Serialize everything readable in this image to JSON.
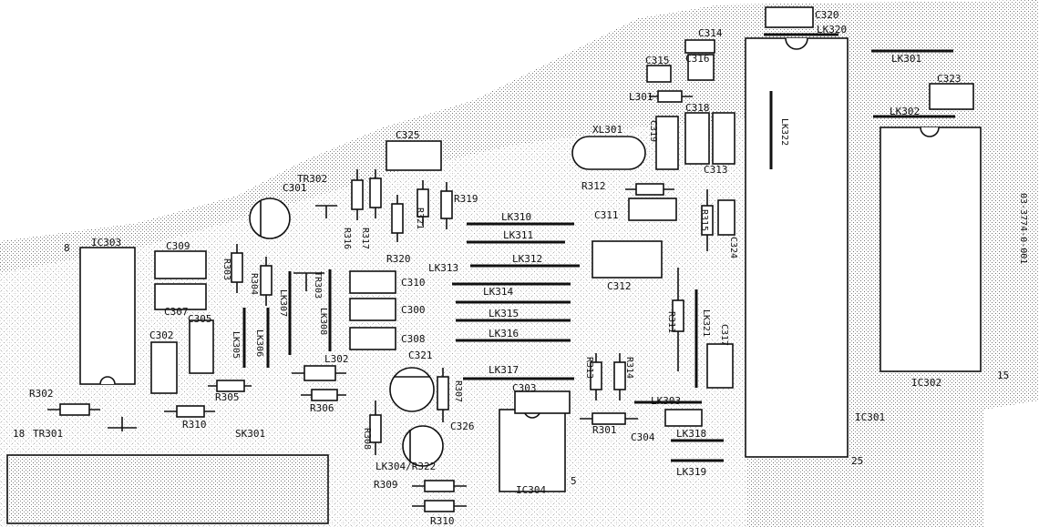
{
  "labels": [
    {
      "id": "c320",
      "text": "C320"
    },
    {
      "id": "lk320",
      "text": "LK320"
    },
    {
      "id": "c314",
      "text": "C314"
    },
    {
      "id": "lk301",
      "text": "LK301"
    },
    {
      "id": "c315",
      "text": "C315"
    },
    {
      "id": "c316",
      "text": "C316"
    },
    {
      "id": "l301",
      "text": "L301"
    },
    {
      "id": "c323",
      "text": "C323"
    },
    {
      "id": "lk302",
      "text": "LK302"
    },
    {
      "id": "lk322",
      "text": "LK322"
    },
    {
      "id": "c319",
      "text": "C319"
    },
    {
      "id": "c318",
      "text": "C318"
    },
    {
      "id": "xl301",
      "text": "XL301"
    },
    {
      "id": "c313",
      "text": "C313"
    },
    {
      "id": "c325",
      "text": "C325"
    },
    {
      "id": "tr302",
      "text": "TR302"
    },
    {
      "id": "c301",
      "text": "C301"
    },
    {
      "id": "r312",
      "text": "R312"
    },
    {
      "id": "c311",
      "text": "C311"
    },
    {
      "id": "r319",
      "text": "R319"
    },
    {
      "id": "r321",
      "text": "R321"
    },
    {
      "id": "lk310",
      "text": "LK310"
    },
    {
      "id": "r315",
      "text": "R315"
    },
    {
      "id": "c324",
      "text": "C324"
    },
    {
      "id": "lk311",
      "text": "LK311"
    },
    {
      "id": "r316",
      "text": "R316"
    },
    {
      "id": "r317",
      "text": "R317"
    },
    {
      "id": "lk312",
      "text": "LK312"
    },
    {
      "id": "r320",
      "text": "R320"
    },
    {
      "id": "lk313",
      "text": "LK313"
    },
    {
      "id": "c312",
      "text": "C312"
    },
    {
      "id": "ic303",
      "text": "IC303"
    },
    {
      "id": "c309",
      "text": "C309"
    },
    {
      "id": "r303",
      "text": "R303"
    },
    {
      "id": "r304",
      "text": "R304"
    },
    {
      "id": "tr303",
      "text": "TR303"
    },
    {
      "id": "c310",
      "text": "C310"
    },
    {
      "id": "lk314",
      "text": "LK314"
    },
    {
      "id": "c307",
      "text": "C307"
    },
    {
      "id": "lk307",
      "text": "LK307"
    },
    {
      "id": "lk308",
      "text": "LK308"
    },
    {
      "id": "c300",
      "text": "C300"
    },
    {
      "id": "lk315",
      "text": "LK315"
    },
    {
      "id": "c305",
      "text": "C305"
    },
    {
      "id": "lk305",
      "text": "LK305"
    },
    {
      "id": "lk306",
      "text": "LK306"
    },
    {
      "id": "r311",
      "text": "R311"
    },
    {
      "id": "lk321",
      "text": "LK321"
    },
    {
      "id": "c317",
      "text": "C317"
    },
    {
      "id": "c302",
      "text": "C302"
    },
    {
      "id": "c308",
      "text": "C308"
    },
    {
      "id": "lk316",
      "text": "LK316"
    },
    {
      "id": "l302",
      "text": "L302"
    },
    {
      "id": "c321",
      "text": "C321"
    },
    {
      "id": "lk317",
      "text": "LK317"
    },
    {
      "id": "r313",
      "text": "R313"
    },
    {
      "id": "r314",
      "text": "R314"
    },
    {
      "id": "ic302",
      "text": "IC302"
    },
    {
      "id": "p15",
      "text": "15"
    },
    {
      "id": "r302",
      "text": "R302"
    },
    {
      "id": "r305",
      "text": "R305"
    },
    {
      "id": "r306",
      "text": "R306"
    },
    {
      "id": "r307",
      "text": "R307"
    },
    {
      "id": "c303",
      "text": "C303"
    },
    {
      "id": "lk303",
      "text": "LK303"
    },
    {
      "id": "ic301",
      "text": "IC301"
    },
    {
      "id": "p18",
      "text": "18"
    },
    {
      "id": "tr301",
      "text": "TR301"
    },
    {
      "id": "r310a",
      "text": "R310"
    },
    {
      "id": "sk301",
      "text": "SK301"
    },
    {
      "id": "r308",
      "text": "R308"
    },
    {
      "id": "c326",
      "text": "C326"
    },
    {
      "id": "r301",
      "text": "R301"
    },
    {
      "id": "c304",
      "text": "C304"
    },
    {
      "id": "lk318",
      "text": "LK318"
    },
    {
      "id": "lk304",
      "text": "LK304/R322"
    },
    {
      "id": "p25",
      "text": "25"
    },
    {
      "id": "lk319",
      "text": "LK319"
    },
    {
      "id": "r309",
      "text": "R309"
    },
    {
      "id": "ic304",
      "text": "IC304"
    },
    {
      "id": "p5",
      "text": "5"
    },
    {
      "id": "r310b",
      "text": "R310"
    },
    {
      "id": "p8",
      "text": "8"
    },
    {
      "id": "docnum",
      "text": "03-3774-0-001"
    }
  ]
}
